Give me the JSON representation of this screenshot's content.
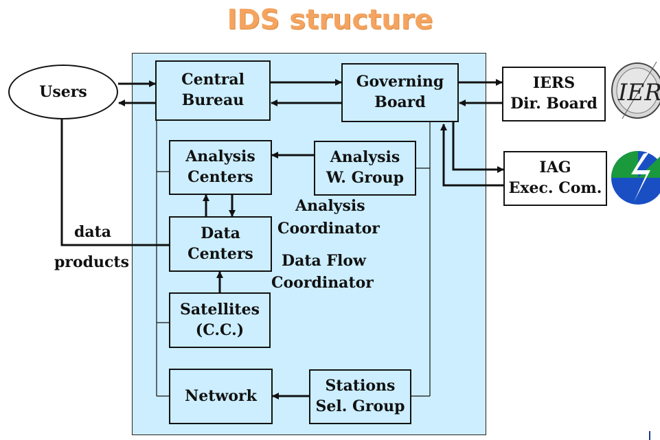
{
  "title": "IDS structure",
  "nodes": {
    "users": "Users",
    "central_bureau": "Central\nBureau",
    "governing_board": "Governing\nBoard",
    "iers": "IERS\nDir. Board",
    "iag": "IAG\nExec. Com.",
    "analysis_centers": "Analysis\nCenters",
    "analysis_wgroup": "Analysis\nW. Group",
    "data_centers": "Data\nCenters",
    "satellites": "Satellites\n(C.C.)",
    "network": "Network",
    "stations": "Stations\nSel. Group"
  },
  "labels": {
    "analysis_coordinator_1": "Analysis",
    "analysis_coordinator_2": "Coordinator",
    "data_flow_coordinator_1": "Data Flow",
    "data_flow_coordinator_2": "Coordinator",
    "data_products_1": "data",
    "data_products_2": "products"
  },
  "logos": {
    "iers_logo_text": "IERS"
  }
}
